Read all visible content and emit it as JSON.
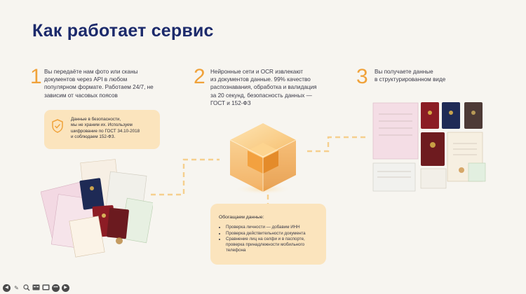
{
  "slide": {
    "title": "Как работает сервис"
  },
  "steps": [
    {
      "number": "1",
      "text_lines": [
        "Вы передаёте нам фото или сканы",
        "документов через API в любом",
        "популярном формате. Работаем 24/7, не",
        "зависим от часовых поясов"
      ]
    },
    {
      "number": "2",
      "text_lines": [
        "Нейронные сети и OCR извлекают",
        "из документов данные. 99% качество",
        "распознавания, обработка и валидация",
        "за 20 секунд, безопасность данных —",
        "ГОСТ и 152-ФЗ"
      ]
    },
    {
      "number": "3",
      "text_lines": [
        "Вы получаете данные",
        "в структурированном виде"
      ]
    }
  ],
  "security_card": {
    "lines": [
      "Данные в безопасности,",
      "мы не храним их. Используем",
      "шифрование по ГОСТ 34.10-2018",
      "и соблюдаем 152-ФЗ."
    ],
    "icon": "shield-check-icon"
  },
  "enrich_card": {
    "title": "Обогащаем данные:",
    "items": [
      "Проверка личности — добавим ИНН",
      "Проверка действительности документа",
      "Сравнение лиц на селфи и в паспорте, проверка принадлежности мобильного телефона"
    ]
  },
  "toolbar": {
    "icons": [
      "arrow-left-icon",
      "pen-icon",
      "search-icon",
      "captions-icon",
      "slides-icon",
      "more-icon",
      "arrow-right-icon"
    ]
  },
  "colors": {
    "accent": "#f0a23a",
    "title": "#1c2a6b",
    "card": "#fbe4bd",
    "background": "#f7f5f0"
  }
}
